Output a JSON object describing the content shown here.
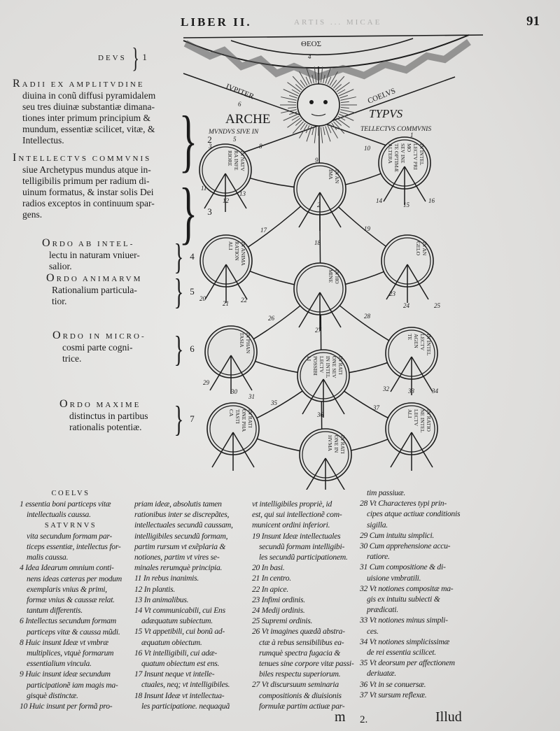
{
  "header": {
    "running_head_faded": "ARTIS ... MICAE",
    "title": "LIBER II.",
    "page_number": "91"
  },
  "margin_labels": [
    {
      "number": "1",
      "title": "DEVS",
      "text": []
    },
    {
      "number": "2",
      "title": "RADII EX AMPLITVDINE",
      "text": [
        "diuina in conũ diffusi pyramidalem",
        "seu tres diuinæ substantiæ dimana-",
        "tiones inter primum principium &",
        "mundum, essentiæ scilicet, vitæ, &",
        "Intellectus."
      ]
    },
    {
      "number": "3",
      "title": "INTELLECTVS COMMVNIS",
      "text": [
        "siue Archetypus mundus atque in-",
        "telligibilis primum per radium di-",
        "uinum formatus, & instar solis Dei",
        "radios exceptos in continuum spar-",
        "gens."
      ]
    },
    {
      "number": "4",
      "title": "ORDO AB INTEL-",
      "text": [
        "lectu in naturam vniuer-",
        "salior."
      ]
    },
    {
      "number": "5",
      "title": "ORDO ANIMARVM",
      "text": [
        "Rationalium particula-",
        "tior."
      ]
    },
    {
      "number": "6",
      "title": "ORDO IN MICRO-",
      "text": [
        "cosmi parte cogni-",
        "trice."
      ]
    },
    {
      "number": "7",
      "title": "ORDO MAXIME",
      "text": [
        "distinctus in partibus",
        "rationalis potentiæ."
      ]
    }
  ],
  "diagram": {
    "theos": "ΘΕΟΣ",
    "jupiter": "IVPITER",
    "coelus": "COELVS",
    "archetypus_left": "ARCHE",
    "archetypus_right": "TYPVS",
    "mundus_left": "MVNDVS SIVE IN",
    "mundus_right": "TELLECTVS COMMVNIS",
    "circles": [
      {
        "lines": [
          "IN NATV",
          "RA INFE",
          "RIORE"
        ]
      },
      {
        "lines": [
          "IN INTEL",
          "LECTV PRI",
          "MO",
          "SEV INE",
          "TE OPTIMÆ",
          "ALTERA"
        ]
      },
      {
        "lines": [
          "IN AN",
          "IMA"
        ]
      },
      {
        "lines": [
          "IN ANIMA",
          "RATION",
          "ALI"
        ]
      },
      {
        "lines": [
          "IN AN",
          "GELO"
        ]
      },
      {
        "lines": [
          "IN HO",
          "MINE"
        ]
      },
      {
        "lines": [
          "IN PHAN",
          "TASIA"
        ]
      },
      {
        "lines": [
          "IN INTEL",
          "LECTV",
          "AGEN",
          "TE"
        ]
      },
      {
        "lines": [
          "IN RATI",
          "ONE SEV",
          "IN INTEL",
          "LECTV",
          "POSSIBI",
          "LI"
        ]
      },
      {
        "lines": [
          "IN RATI",
          "ONE PHA",
          "TASTI",
          "CA"
        ]
      },
      {
        "lines": [
          "IN RATIO",
          "NE INTEL",
          "LECTV",
          "ALI"
        ]
      },
      {
        "lines": [
          "IN RATI",
          "ONE IN",
          "HVMA"
        ]
      }
    ],
    "numbers": [
      "4",
      "6",
      "5",
      "8",
      "9",
      "10",
      "1",
      "11",
      "12",
      "13",
      "14",
      "15",
      "16",
      "17",
      "18",
      "19",
      "20",
      "21",
      "22",
      "23",
      "24",
      "25",
      "26",
      "27",
      "28",
      "29",
      "30",
      "31",
      "32",
      "33",
      "34",
      "35",
      "36",
      "37",
      "2",
      "3"
    ]
  },
  "notes": {
    "col1": [
      {
        "h": "COELVS"
      },
      {
        "t": "1 essentia boni particeps vitæ"
      },
      {
        "t": "intellectualis caussa.",
        "in": 1
      },
      {
        "h": "SATVRNVS"
      },
      {
        "t": "vita secundum formam par-",
        "in": 1
      },
      {
        "t": "ticeps essentiæ, intellectus for-",
        "in": 1
      },
      {
        "t": "malis caussa.",
        "in": 1
      },
      {
        "t": "4 Idea Idearum omnium conti-"
      },
      {
        "t": "nens ideas cæteras per modum",
        "in": 1
      },
      {
        "t": "exemplaris vnius & primi,",
        "in": 1
      },
      {
        "t": "formæ vnius & caussæ relat.",
        "in": 1
      },
      {
        "t": "tantum differentis.",
        "in": 1
      },
      {
        "t": "6 Intellectus secundum formam"
      },
      {
        "t": "particeps vitæ & caussa mũdi.",
        "in": 1
      },
      {
        "t": "8 Huic insunt Ideæ vt vmbræ"
      },
      {
        "t": "multiplices, vtquè formarum",
        "in": 1
      },
      {
        "t": "essentialium vincula.",
        "in": 1
      },
      {
        "t": "9 Huic insunt ideæ secundum"
      },
      {
        "t": "participationẽ iam magis ma-",
        "in": 1
      },
      {
        "t": "gisquè distinctæ.",
        "in": 1
      },
      {
        "t": "10 Huic insunt per formã pro-"
      }
    ],
    "col2": [
      {
        "t": "priam ideæ, absolutis tamen"
      },
      {
        "t": "rationibus inter se discrepãtes,"
      },
      {
        "t": "intellectuales secundũ caussam,"
      },
      {
        "t": "intelligibiles secundũ formam,"
      },
      {
        "t": "partim rursum vt exẽplaria &"
      },
      {
        "t": "notiones, partim vt vires se-"
      },
      {
        "t": "minales rerumquè principia."
      },
      {
        "t": "11 In rebus inanimis."
      },
      {
        "t": "12 In plantis."
      },
      {
        "t": "13 In animalibus."
      },
      {
        "t": "14 Vt communicabili, cui Ens"
      },
      {
        "t": "adæquatum subiectum.",
        "in": 1
      },
      {
        "t": "15 Vt appetibili, cui bonũ ad-"
      },
      {
        "t": "æquatum obiectum.",
        "in": 1
      },
      {
        "t": "16 Vt intelligibili, cui adæ-"
      },
      {
        "t": "quatum obiectum est ens.",
        "in": 1
      },
      {
        "t": "17 Insunt neque vt intelle-"
      },
      {
        "t": "ctuales, neq; vt intelligibiles.",
        "in": 1
      },
      {
        "t": "18 Insunt Ideæ vt intellectua-"
      },
      {
        "t": "les participatione. nequaquã",
        "in": 1
      }
    ],
    "col3": [
      {
        "t": "vt intelligibiles propriè, id"
      },
      {
        "t": "est, qui sui intellectionẽ com-"
      },
      {
        "t": "municent ordini inferiori."
      },
      {
        "t": "19 Insunt Ideæ intellectuales"
      },
      {
        "t": "secundũ formam intelligibi-",
        "in": 1
      },
      {
        "t": "les secundũ participationem.",
        "in": 1
      },
      {
        "t": "20 In basi."
      },
      {
        "t": "21 In centro."
      },
      {
        "t": "22 In apice."
      },
      {
        "t": "23 Infimi ordinis."
      },
      {
        "t": "24 Medij ordinis."
      },
      {
        "t": "25 Supremi ordinis."
      },
      {
        "t": "26 Vt imagines quædã abstra-"
      },
      {
        "t": "ctæ à rebus sensibilibus ea-",
        "in": 1
      },
      {
        "t": "rumquè spectra fugacia &",
        "in": 1
      },
      {
        "t": "tenues sine corpore vitæ passi-",
        "in": 1
      },
      {
        "t": "biles respectu superiorum.",
        "in": 1
      },
      {
        "t": "27 Vt discursuum seminaria"
      },
      {
        "t": "compositionis & diuisionis",
        "in": 1
      },
      {
        "t": "formulæ partim actiuæ par-",
        "in": 1
      }
    ],
    "col4": [
      {
        "t": "tim passiuæ.",
        "in": 1
      },
      {
        "t": "28 Vt Characteres typi prin-"
      },
      {
        "t": "cipes atque actiuæ conditionis",
        "in": 1
      },
      {
        "t": "sigilla.",
        "in": 1
      },
      {
        "t": "29 Cum intuitu simplici."
      },
      {
        "t": "30 Cum apprehensione accu-"
      },
      {
        "t": "ratiore.",
        "in": 1
      },
      {
        "t": "31 Cum compositione & di-"
      },
      {
        "t": "uisione vmbratili.",
        "in": 1
      },
      {
        "t": "32 Vt notiones compositæ ma-"
      },
      {
        "t": "gis ex intuitu subiecti &",
        "in": 1
      },
      {
        "t": "prædicati.",
        "in": 1
      },
      {
        "t": "33 Vt notiones minus simpli-"
      },
      {
        "t": "ces.",
        "in": 1
      },
      {
        "t": "34 Vt notiones simplicissimæ"
      },
      {
        "t": "de rei essentia scilicet.",
        "in": 1
      },
      {
        "t": "35 Vt deorsum per affectionem"
      },
      {
        "t": "deriuatæ.",
        "in": 1
      },
      {
        "t": "36 Vt in se conuersæ."
      },
      {
        "t": "37 Vt sursum reflexæ."
      }
    ]
  },
  "footer": {
    "signature": "m",
    "signature_num": "2.",
    "catchword": "Illud"
  }
}
